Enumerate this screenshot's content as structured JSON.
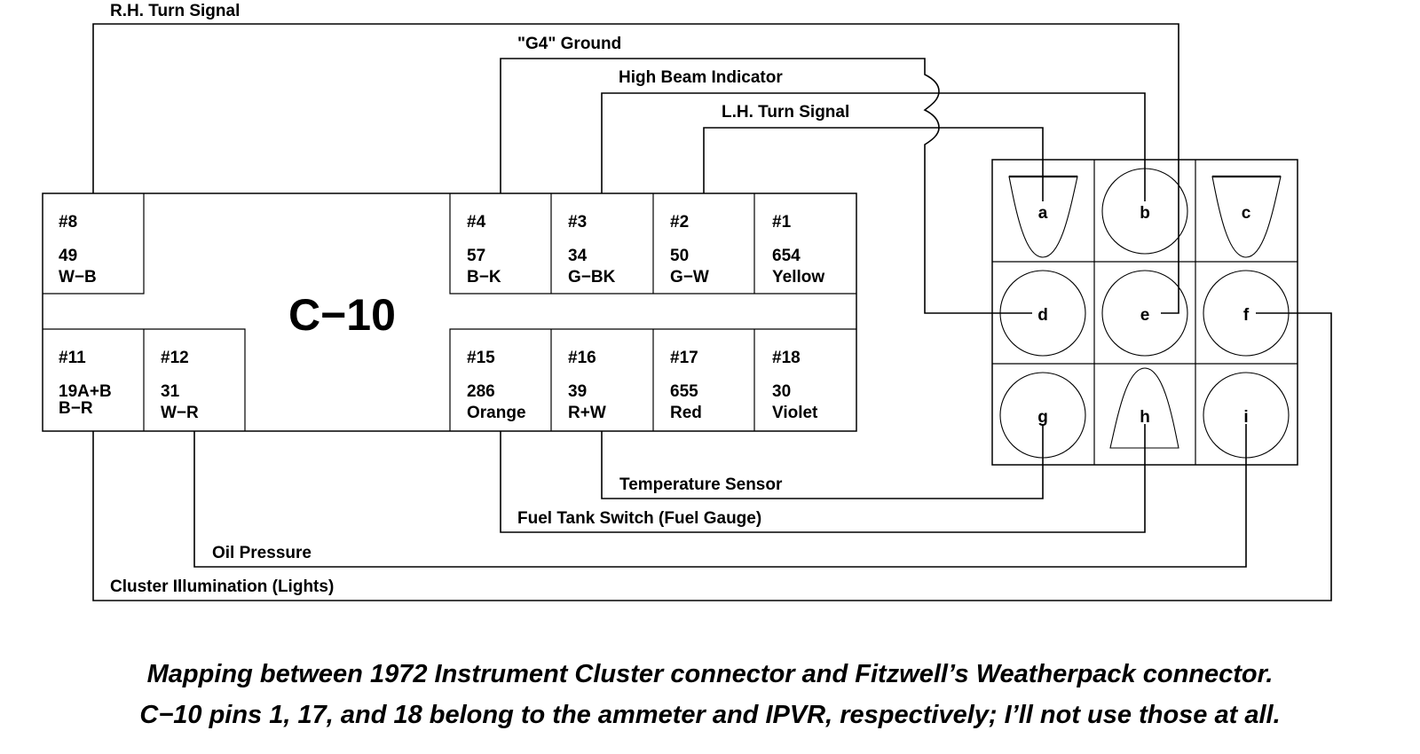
{
  "connector_c10": {
    "title": "C−10",
    "top_cells": [
      {
        "pin": "#8",
        "circuit": "49",
        "color": "W−B"
      },
      {
        "pin": "#4",
        "circuit": "57",
        "color": "B−K"
      },
      {
        "pin": "#3",
        "circuit": "34",
        "color": "G−BK"
      },
      {
        "pin": "#2",
        "circuit": "50",
        "color": "G−W"
      },
      {
        "pin": "#1",
        "circuit": "654",
        "color": "Yellow"
      }
    ],
    "bottom_cells": [
      {
        "pin": "#11",
        "circuit": "19A+B",
        "color": "B−R"
      },
      {
        "pin": "#12",
        "circuit": "31",
        "color": "W−R"
      },
      {
        "pin": "#15",
        "circuit": "286",
        "color": "Orange"
      },
      {
        "pin": "#16",
        "circuit": "39",
        "color": "R+W"
      },
      {
        "pin": "#17",
        "circuit": "655",
        "color": "Red"
      },
      {
        "pin": "#18",
        "circuit": "30",
        "color": "Violet"
      }
    ]
  },
  "weatherpack": {
    "pins": [
      "a",
      "b",
      "c",
      "d",
      "e",
      "f",
      "g",
      "h",
      "i"
    ]
  },
  "wires": [
    {
      "label": "R.H. Turn Signal",
      "from": "#8",
      "to": "e"
    },
    {
      "label": "\"G4\" Ground",
      "from": "#4",
      "to": "d"
    },
    {
      "label": "High Beam Indicator",
      "from": "#3",
      "to": "b"
    },
    {
      "label": "L.H. Turn Signal",
      "from": "#2",
      "to": "a"
    },
    {
      "label": "Temperature Sensor",
      "from": "#16",
      "to": "g"
    },
    {
      "label": "Fuel Tank Switch (Fuel Gauge)",
      "from": "#15",
      "to": "h"
    },
    {
      "label": "Oil Pressure",
      "from": "#12",
      "to": "i"
    },
    {
      "label": "Cluster Illumination (Lights)",
      "from": "#11",
      "to": "f"
    }
  ],
  "caption": {
    "line1": "Mapping between 1972 Instrument Cluster connector and Fitzwell’s Weatherpack connector.",
    "line2": "C−10 pins 1, 17, and 18 belong to the ammeter and IPVR, respectively; I’ll not use those at all."
  }
}
